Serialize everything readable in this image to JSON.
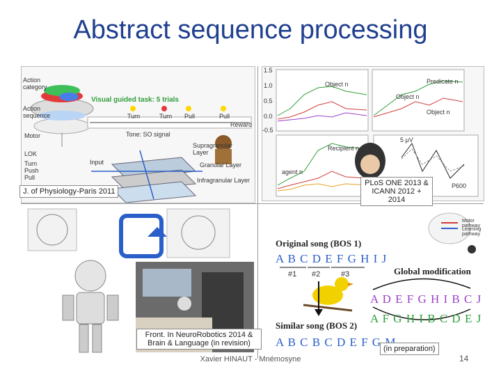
{
  "slide": {
    "title": "Abstract sequence processing",
    "footer": "Xavier HINAUT - Mnémosyne",
    "page_number": "14"
  },
  "panels": {
    "monkey": {
      "caption": "J. of Physiology-Paris 2011",
      "visual_task": "Visual guided task: 5 trials",
      "steps": [
        "Turn",
        "Turn",
        "Pull",
        "Pull"
      ],
      "reward": "Reward",
      "tone_signal": "Tone: SO signal",
      "action_category": "Action category",
      "action_sequence": "Action sequence",
      "motor": "Motor",
      "layers": [
        "Supragranular Layer",
        "Granular Layer",
        "Infragranular Layer"
      ],
      "input": "Input",
      "output_labels": [
        "Turn",
        "Push",
        "Pull"
      ],
      "lok": "LOK"
    },
    "plos": {
      "caption_line1": "PLoS ONE 2013 &",
      "caption_line2": "ICANN 2012 + 2014",
      "plot_labels": [
        "Object n",
        "Object n",
        "Predicate n",
        "Object n",
        "Recipient n",
        "agent n"
      ],
      "y_ticks": [
        "1.5",
        "1.0",
        "0.5",
        "0.0",
        "-0.5"
      ],
      "eeg_labels": [
        "5 μV",
        "P600"
      ]
    },
    "robot": {
      "caption_line1": "Front. In NeuroRobotics 2014 &",
      "caption_line2": "Brain & Language (in revision)"
    },
    "bird": {
      "original_song": "Original song (BOS 1)",
      "original_letters": "A B C D E F G H I J",
      "groups": [
        "#1",
        "#2",
        "#3"
      ],
      "global_modification": "Global modification",
      "mod1": "A D E F G H I B C J",
      "mod2": "A F G H I B C D E J",
      "similar_song": "Similar song (BOS 2)",
      "similar_letters": "A B C B C D E F G M",
      "caption": "(in preparation)",
      "legend": [
        "Motor pathway",
        "Learning pathway"
      ]
    }
  },
  "colors": {
    "title": "#1f3f8f",
    "green": "#2e9e3a",
    "blue": "#2a5fc9",
    "purple": "#9b3fc9",
    "red": "#d23c3c",
    "teal": "#2ba0b8"
  }
}
